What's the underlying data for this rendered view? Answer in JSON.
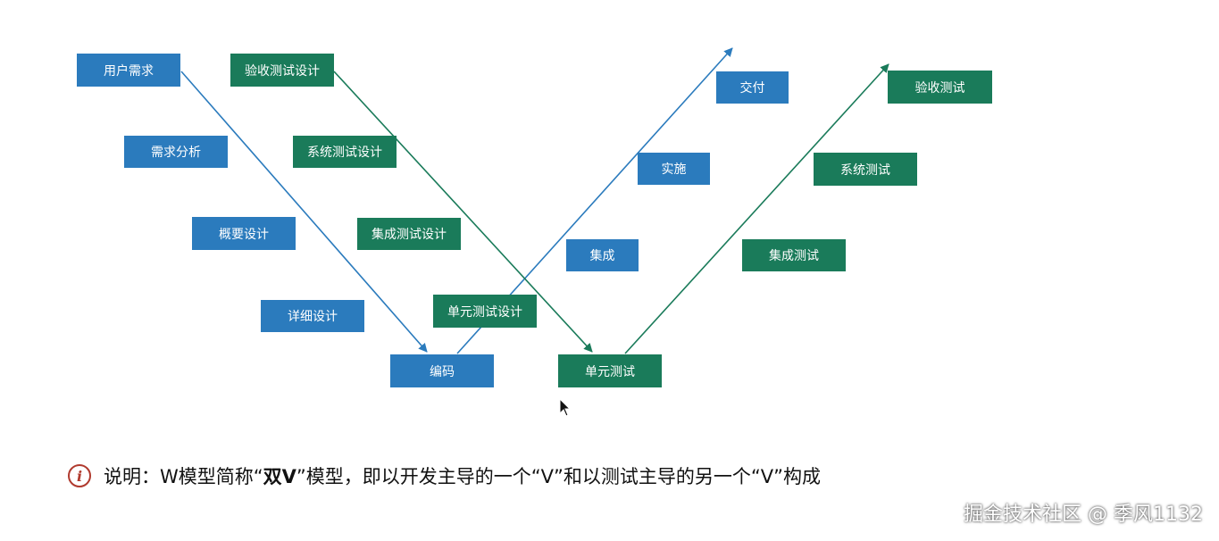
{
  "diagram": {
    "colors": {
      "blue": "#2b7bbd",
      "green": "#1a7b5a"
    },
    "dev_boxes": [
      "用户需求",
      "需求分析",
      "概要设计",
      "详细设计",
      "编码",
      "集成",
      "实施",
      "交付"
    ],
    "test_boxes": [
      "验收测试设计",
      "系统测试设计",
      "集成测试设计",
      "单元测试设计",
      "单元测试",
      "集成测试",
      "系统测试",
      "验收测试"
    ]
  },
  "note": {
    "icon": "info-icon",
    "text_before": "说明：W模型简称“",
    "text_strong": "双V",
    "text_after": "”模型，即以开发主导的一个“V”和以测试主导的另一个“V”构成"
  },
  "watermark": "掘金技术社区 @ 季风1132"
}
